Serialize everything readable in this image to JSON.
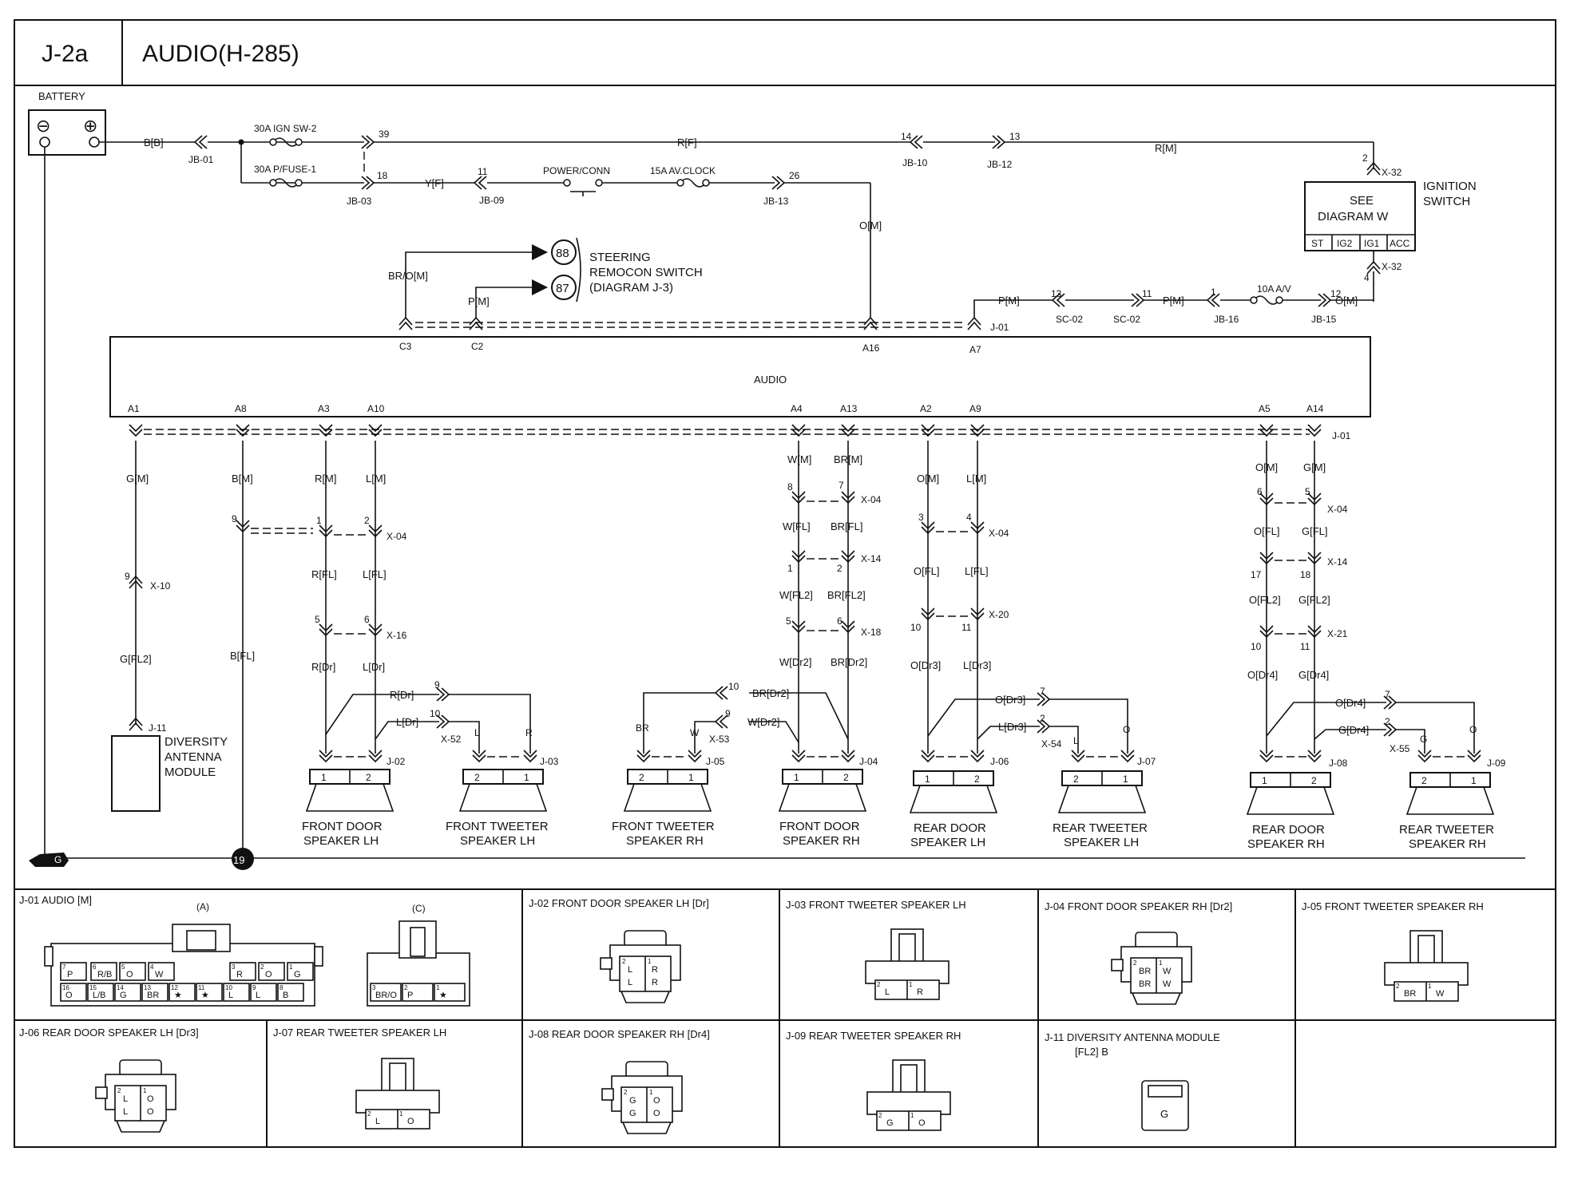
{
  "header": {
    "code": "J-2a",
    "title": "AUDIO(H-285)"
  },
  "power": {
    "battery": "BATTERY",
    "neg": "⊖",
    "pos": "⊕",
    "wire_battery": "B[B]",
    "jb01": "JB-01",
    "fuse1": "30A IGN SW-2",
    "fuse2": "30A P/FUSE-1",
    "pin39": "39",
    "pin18": "18",
    "jb03": "JB-03",
    "wire_rf": "R[F]",
    "wire_yf": "Y[F]",
    "pin11": "11",
    "jb09": "JB-09",
    "power_conn": "POWER/CONN",
    "fuse3": "15A AV.CLOCK",
    "pin26": "26",
    "jb13": "JB-13",
    "pin14": "14",
    "jb10": "JB-10",
    "pin13": "13",
    "jb12": "JB-12",
    "wire_rm": "R[M]",
    "pin2": "2",
    "x32": "X-32",
    "see_diagram": "SEE",
    "see_diagram2": "DIAGRAM W",
    "ignition": "IGNITION",
    "switch": "SWITCH",
    "st": "ST",
    "ig2": "IG2",
    "ig1": "IG1",
    "acc": "ACC",
    "pin4": "4",
    "x32b": "X-32",
    "wire_om": "O[M]"
  },
  "steering": {
    "wire_bro": "BR/O[M]",
    "wire_pm": "P[M]",
    "c88": "88",
    "c87": "87",
    "label1": "STEERING",
    "label2": "REMOCON SWITCH",
    "label3": "(DIAGRAM J-3)",
    "c3": "C3",
    "c2": "C2"
  },
  "acc_line": {
    "wire_pm": "P[M]",
    "pin13": "13",
    "sc02a": "SC-02",
    "pin11": "11",
    "sc02b": "SC-02",
    "wire_pm2": "P[M]",
    "pin1": "1",
    "jb16": "JB-16",
    "fuse": "10A A/V",
    "pin12": "12",
    "jb15": "JB-15",
    "wire_om": "O[M]",
    "a16": "A16",
    "a7": "A7",
    "j01": "J-01"
  },
  "audio_unit": {
    "label": "AUDIO",
    "pins": [
      "A1",
      "A8",
      "A3",
      "A10",
      "A4",
      "A13",
      "A2",
      "A9",
      "A5",
      "A14"
    ],
    "j01": "J-01"
  },
  "antenna": {
    "w1": "G[M]",
    "pin9": "9",
    "x10": "X-10",
    "w2": "G[FL2]",
    "j11": "J-11",
    "l1": "DIVERSITY",
    "l2": "ANTENNA",
    "l3": "MODULE"
  },
  "ground_branch": {
    "w1": "B[M]",
    "pin9": "9",
    "w2": "B[FL]",
    "ground": "19",
    "g": "G"
  },
  "fl_door": {
    "w1": "R[M]",
    "w2": "L[M]",
    "p1": "1",
    "p2": "2",
    "x04": "X-04",
    "w3": "R[FL]",
    "w4": "L[FL]",
    "p5": "5",
    "p6": "6",
    "x16": "X-16",
    "w5": "R[Dr]",
    "w6": "L[Dr]",
    "j02": "J-02",
    "w7": "R[Dr]",
    "w8": "L[Dr]",
    "p9": "9",
    "p10": "10",
    "x52": "X-52",
    "tL": "L",
    "tR": "R",
    "j03": "J-03",
    "s1": "1",
    "s2": "2",
    "t2": "2",
    "t1": "1",
    "name1a": "FRONT DOOR",
    "name1b": "SPEAKER LH",
    "name2a": "FRONT TWEETER",
    "name2b": "SPEAKER LH"
  },
  "fr_door": {
    "w1": "W[M]",
    "w2": "BR[M]",
    "p8": "8",
    "p7": "7",
    "x04": "X-04",
    "w3": "W[FL]",
    "w4": "BR[FL]",
    "p1": "1",
    "p2": "2",
    "x14": "X-14",
    "w5": "W[FL2]",
    "w6": "BR[FL2]",
    "p5": "5",
    "p6": "6",
    "x18": "X-18",
    "w7": "W[Dr2]",
    "w8": "BR[Dr2]",
    "p10": "10",
    "p9": "9",
    "x53": "X-53",
    "w9": "BR[Dr2]",
    "w10": "W[Dr2]",
    "tBR": "BR",
    "tW": "W",
    "j05": "J-05",
    "j04": "J-04",
    "t2": "2",
    "t1": "1",
    "s1": "1",
    "s2": "2",
    "name1a": "FRONT TWEETER",
    "name1b": "SPEAKER RH",
    "name2a": "FRONT DOOR",
    "name2b": "SPEAKER RH"
  },
  "rl_door": {
    "w1": "O[M]",
    "w2": "L[M]",
    "p3": "3",
    "p4": "4",
    "x04": "X-04",
    "w3": "O[FL]",
    "w4": "L[FL]",
    "p10": "10",
    "p11": "11",
    "x20": "X-20",
    "w5": "O[Dr3]",
    "w6": "L[Dr3]",
    "j06": "J-06",
    "w7": "O[Dr3]",
    "w8": "L[Dr3]",
    "p7": "7",
    "p2": "2",
    "x54": "X-54",
    "tL": "L",
    "tO": "O",
    "j07": "J-07",
    "s1": "1",
    "s2": "2",
    "t2": "2",
    "t1": "1",
    "name1a": "REAR DOOR",
    "name1b": "SPEAKER LH",
    "name2a": "REAR TWEETER",
    "name2b": "SPEAKER LH"
  },
  "rr_door": {
    "w1": "O[M]",
    "w2": "G[M]",
    "p6": "6",
    "p5": "5",
    "x04": "X-04",
    "w3": "O[FL]",
    "w4": "G[FL]",
    "p17": "17",
    "p18": "18",
    "x14": "X-14",
    "w5": "O[FL2]",
    "w6": "G[FL2]",
    "p10": "10",
    "p11": "11",
    "x21": "X-21",
    "w7": "O[Dr4]",
    "w8": "G[Dr4]",
    "j08": "J-08",
    "w9": "O[Dr4]",
    "w10": "G[Dr4]",
    "p7": "7",
    "p2": "2",
    "x55": "X-55",
    "tG": "G",
    "tO": "O",
    "j09": "J-09",
    "s1": "1",
    "s2": "2",
    "t2": "2",
    "t1": "1",
    "name1a": "REAR DOOR",
    "name1b": "SPEAKER RH",
    "name2a": "REAR TWEETER",
    "name2b": "SPEAKER RH"
  },
  "connectors": {
    "j01": {
      "title": "J-01 AUDIO [M]",
      "a": "(A)",
      "c": "(C)",
      "top": [
        [
          "7",
          "P"
        ],
        [
          "6",
          "R/B"
        ],
        [
          "5",
          "O"
        ],
        [
          "4",
          "W"
        ],
        [
          "3",
          "R"
        ],
        [
          "2",
          "O"
        ],
        [
          "1",
          "G"
        ]
      ],
      "bot": [
        [
          "16",
          "O"
        ],
        [
          "15",
          "L/B"
        ],
        [
          "14",
          "G"
        ],
        [
          "13",
          "BR"
        ],
        [
          "12",
          "★"
        ],
        [
          "11",
          "★"
        ],
        [
          "10",
          "L"
        ],
        [
          "9",
          "L"
        ],
        [
          "8",
          "B"
        ]
      ],
      "cpins": [
        [
          "3",
          "BR/O"
        ],
        [
          "2",
          "P"
        ],
        [
          "1",
          "★"
        ]
      ]
    },
    "j02": {
      "title": "J-02 FRONT DOOR SPEAKER LH [Dr]",
      "p2": "2",
      "p1": "1",
      "a": "L",
      "b": "R",
      "c": "L",
      "d": "R"
    },
    "j03": {
      "title": "J-03 FRONT TWEETER SPEAKER LH",
      "p2": "2",
      "p1": "1",
      "a": "L",
      "b": "R"
    },
    "j04": {
      "title": "J-04 FRONT DOOR SPEAKER RH [Dr2]",
      "p2": "2",
      "p1": "1",
      "a": "BR",
      "b": "W",
      "c": "BR",
      "d": "W"
    },
    "j05": {
      "title": "J-05 FRONT TWEETER SPEAKER RH",
      "p2": "2",
      "p1": "1",
      "a": "BR",
      "b": "W"
    },
    "j06": {
      "title": "J-06 REAR DOOR SPEAKER LH [Dr3]",
      "p2": "2",
      "p1": "1",
      "a": "L",
      "b": "O",
      "c": "L",
      "d": "O"
    },
    "j07": {
      "title": "J-07 REAR TWEETER SPEAKER LH",
      "p2": "2",
      "p1": "1",
      "a": "L",
      "b": "O"
    },
    "j08": {
      "title": "J-08 REAR DOOR SPEAKER RH [Dr4]",
      "p2": "2",
      "p1": "1",
      "a": "G",
      "b": "O",
      "c": "G",
      "d": "O"
    },
    "j09": {
      "title": "J-09 REAR TWEETER SPEAKER RH",
      "p2": "2",
      "p1": "1",
      "a": "G",
      "b": "O"
    },
    "j11": {
      "title": "J-11 DIVERSITY ANTENNA MODULE",
      "sub": "[FL2] B",
      "a": "G"
    }
  }
}
